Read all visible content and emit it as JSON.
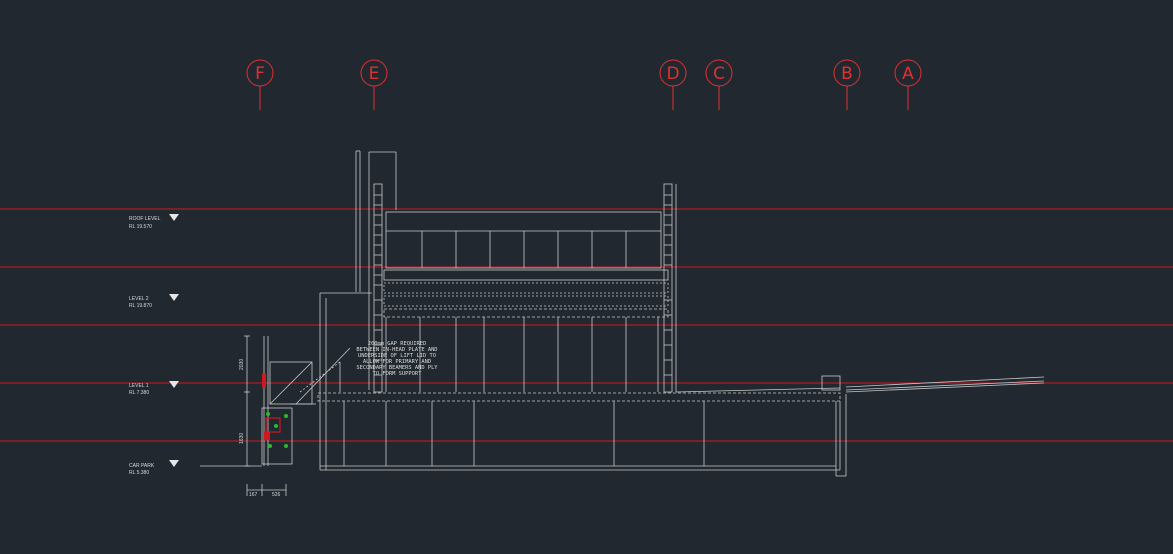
{
  "drawing": {
    "background": "#212830",
    "linework_color": "#c8c8c8",
    "level_line_color": "#d01820",
    "grid_color": "#e03030"
  },
  "grid_lines": [
    "F",
    "E",
    "D",
    "C",
    "B",
    "A"
  ],
  "levels": {
    "roof": {
      "name": "ROOF LEVEL",
      "rl": "RL 19.570"
    },
    "level2": {
      "name": "LEVEL 2",
      "rl": "RL 19.870"
    },
    "level1": {
      "name": "LEVEL 1",
      "rl": "RL 7.380"
    },
    "carpark": {
      "name": "CAR PARK",
      "rl": "RL 5.380"
    }
  },
  "note": {
    "lines": [
      "200mm GAP REQUIRED",
      "BETWEEN IN-HEAD PLATE AND",
      "UNDERSIDE OF LIFT LID TO",
      "ALLOW FOR PRIMARY AND",
      "SECONDARY BEAMERS AND PLY",
      "TO FORM SUPPORT"
    ]
  },
  "dimensions": {
    "upper": "2030",
    "lower": "1630",
    "bottom_left": "167",
    "bottom_right": "526"
  }
}
